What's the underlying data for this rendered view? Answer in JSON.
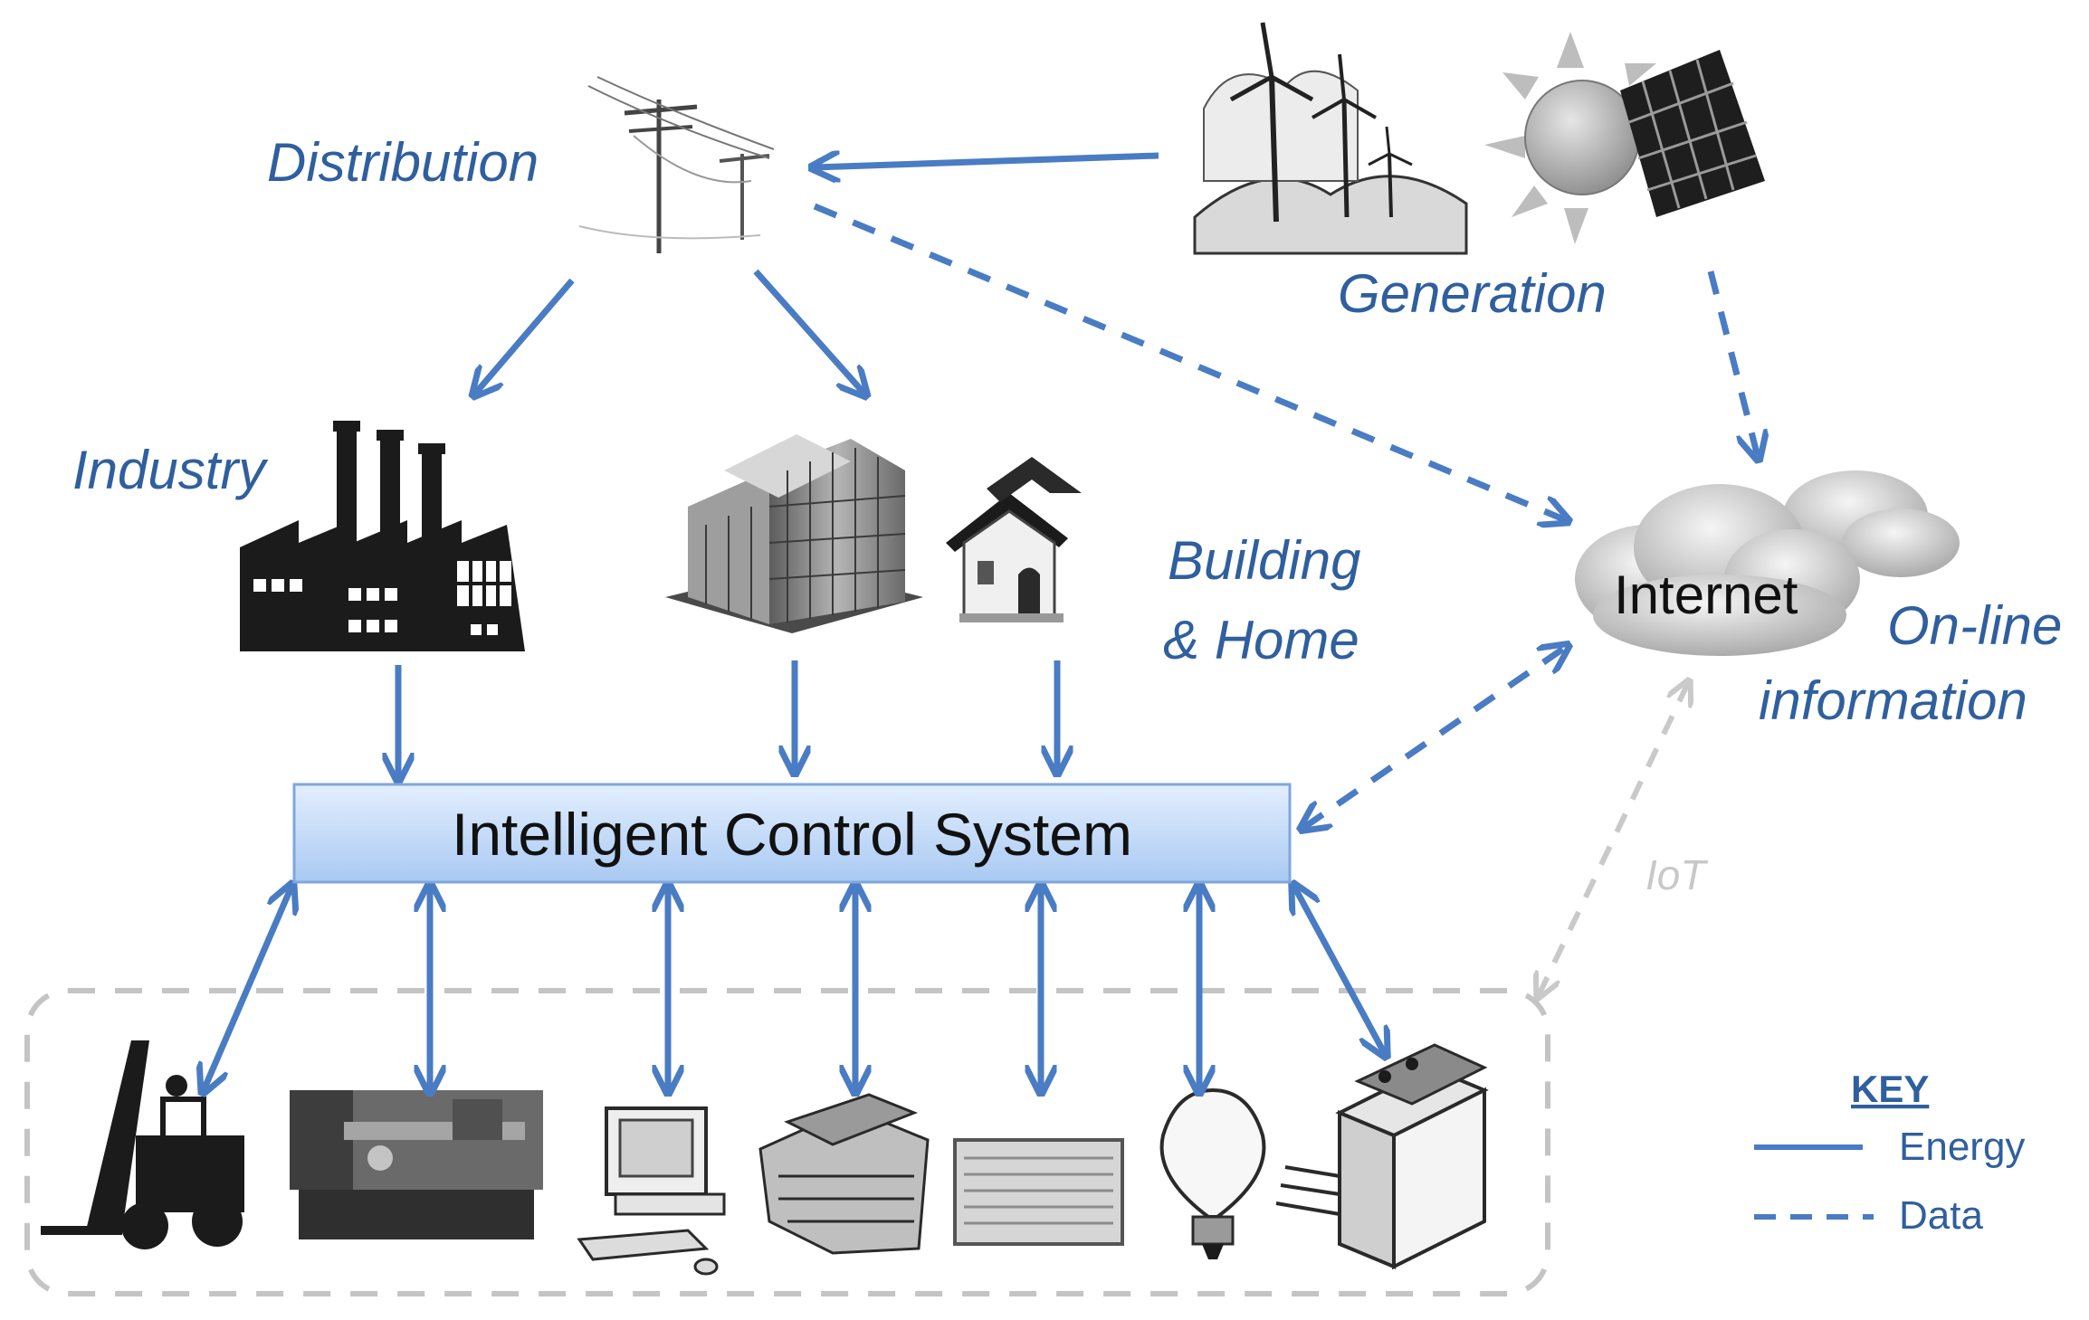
{
  "labels": {
    "distribution": "Distribution",
    "generation": "Generation",
    "industry": "Industry",
    "building_line1": "Building",
    "building_line2": "& Home",
    "internet": "Internet",
    "online_line1": "On-line",
    "online_line2": "information",
    "control_system": "Intelligent Control System",
    "iot": "IoT"
  },
  "key": {
    "title": "KEY",
    "energy": "Energy",
    "data": "Data"
  },
  "colors": {
    "arrow": "#4a7cc4",
    "label_text": "#2f5f9e",
    "control_box_top": "#e3efff",
    "control_box_bottom": "#a9c9f2",
    "iot_gray": "#c9c9c9"
  },
  "icons": [
    "power-pole-icon",
    "wind-turbine-icon",
    "sun-icon",
    "solar-panel-icon",
    "factory-icon",
    "office-building-icon",
    "house-icon",
    "cloud-icon",
    "forklift-icon",
    "lathe-machine-icon",
    "computer-icon",
    "printer-icon",
    "air-conditioner-icon",
    "light-bulb-icon",
    "washing-machine-icon"
  ]
}
